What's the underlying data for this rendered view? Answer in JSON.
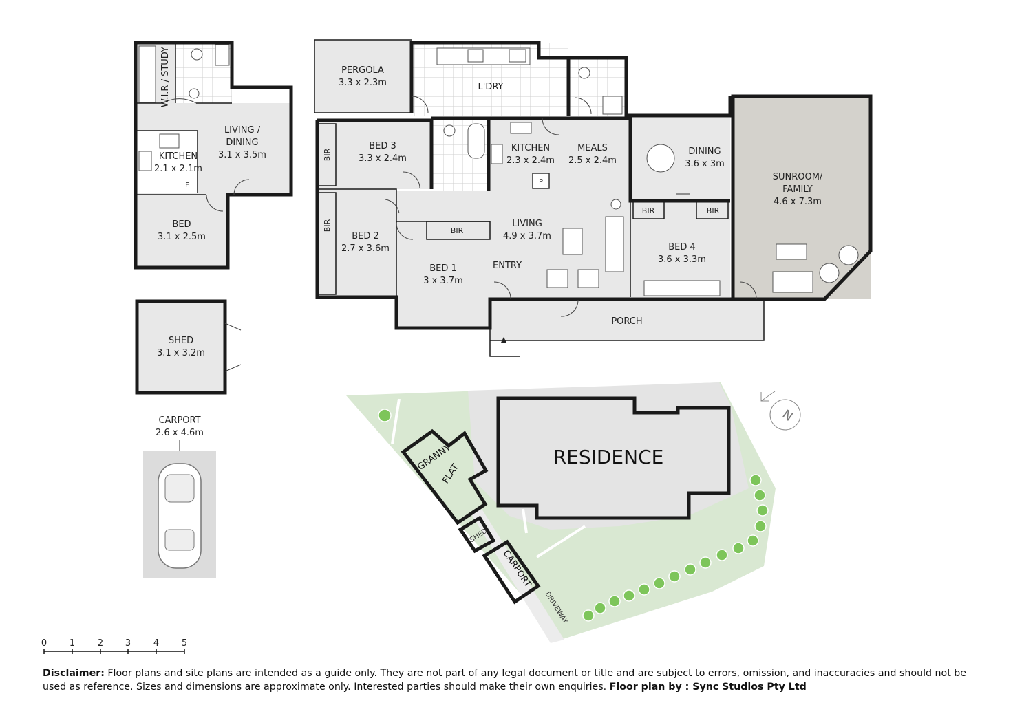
{
  "rooms": {
    "wir_study": "W.I.R / STUDY",
    "living_dining_name": "LIVING /",
    "living_dining_name2": "DINING",
    "living_dining_size": "3.1 x 3.5m",
    "flat_kitchen_name": "KITCHEN",
    "flat_kitchen_size": "2.1 x 2.1m",
    "flat_bed_name": "BED",
    "flat_bed_size": "3.1 x 2.5m",
    "shed_name": "SHED",
    "shed_size": "3.1 x 3.2m",
    "carport_name": "CARPORT",
    "carport_size": "2.6 x 4.6m",
    "pergola_name": "PERGOLA",
    "pergola_size": "3.3 x 2.3m",
    "laundry_name": "L'DRY",
    "bed3_name": "BED 3",
    "bed3_size": "3.3 x 2.4m",
    "kitchen_name": "KITCHEN",
    "kitchen_size": "2.3 x 2.4m",
    "meals_name": "MEALS",
    "meals_size": "2.5 x 2.4m",
    "dining_name": "DINING",
    "dining_size": "3.6 x 3m",
    "sunroom_name": "SUNROOM/",
    "sunroom_name2": "FAMILY",
    "sunroom_size": "4.6 x 7.3m",
    "bed2_name": "BED 2",
    "bed2_size": "2.7 x 3.6m",
    "living_name": "LIVING",
    "living_size": "4.9 x 3.7m",
    "bed4_name": "BED 4",
    "bed4_size": "3.6 x 3.3m",
    "bed1_name": "BED 1",
    "bed1_size": "3 x 3.7m",
    "entry_name": "ENTRY",
    "porch_name": "PORCH",
    "bir": "BIR",
    "pantry": "P",
    "fridge": "F"
  },
  "site": {
    "residence": "RESIDENCE",
    "granny_flat_1": "GRANNY",
    "granny_flat_2": "FLAT",
    "shed": "SHED",
    "carport": "CARPORT",
    "driveway": "DRIVEWAY",
    "north": "N"
  },
  "scale": {
    "ticks": [
      "0",
      "1",
      "2",
      "3",
      "4",
      "5"
    ]
  },
  "footer": {
    "disclaimer_label": "Disclaimer:",
    "disclaimer_text": " Floor plans and site plans are intended as a guide only. They are not part of any legal document or title and are subject to errors, omission, and inaccuracies and should not be used as reference. Sizes and dimensions are approximate only. Interested parties should make their own enquiries. ",
    "credit": "Floor plan by : Sync Studios Pty Ltd"
  }
}
